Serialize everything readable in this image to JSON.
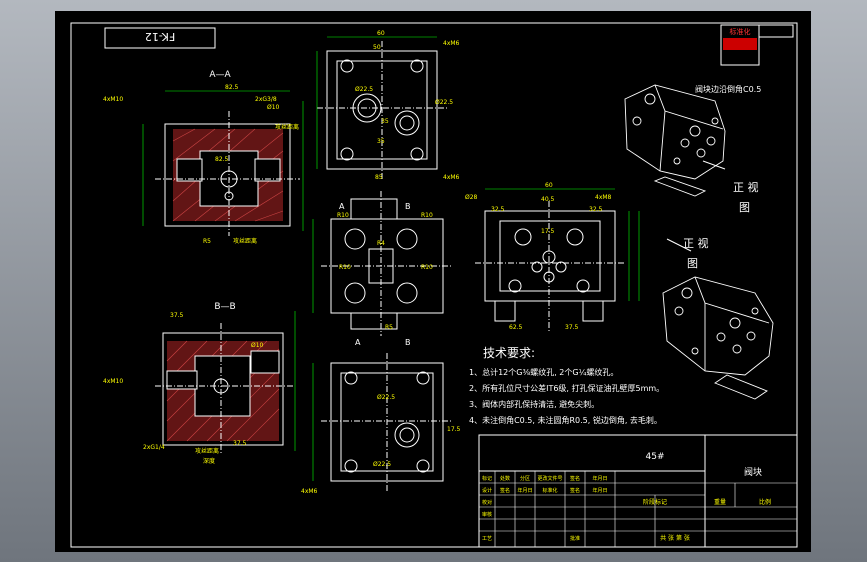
{
  "drawing": {
    "code_box": "FK-12",
    "part_name": "阀块",
    "material": "45#",
    "main_view_label_1": "正 视",
    "main_view_label_2": "图",
    "main_view_label_3": "正 视",
    "main_view_label_4": "图",
    "chamfer_note": "阀块边沿倒角C0.5",
    "stamp_top": "标准化"
  },
  "sections": {
    "aa": "A—A",
    "bb": "B—B",
    "a_mark": "A",
    "b_mark": "B"
  },
  "requirements": {
    "title": "技术要求:",
    "items": [
      "1、总计12个G⅜螺纹孔, 2个G¼螺纹孔。",
      "2、所有孔位尺寸公差IT6级, 打孔保证油孔壁厚5mm。",
      "3、阀体内部孔保持清洁, 避免尖刺。",
      "4、未注倒角C0.5, 未注圆角R0.5, 锐边倒角, 去毛刺。"
    ]
  },
  "title_block": {
    "row1": [
      "标记",
      "处数",
      "分区",
      "更改文件号",
      "签名",
      "年月日"
    ],
    "row2": [
      "设计",
      "签名",
      "年月日",
      "标准化",
      "签名",
      "年月日"
    ],
    "row3": [
      "校对"
    ],
    "row4": [
      "审核"
    ],
    "row5": [
      "工艺",
      "",
      "",
      "批准"
    ],
    "stage": "阶段标记",
    "weight": "重量",
    "scale": "比例",
    "sheet": "共 张 第 张"
  },
  "dims": {
    "d60": "60",
    "d85": "85",
    "d82_5": "82.5",
    "d50": "50",
    "d35": "35",
    "d40_5": "40.5",
    "d32_5": "32.5",
    "d17_5": "17.5",
    "d62_5": "62.5",
    "d37_5": "37.5",
    "r10": "R10",
    "r4": "R4",
    "r5": "R5",
    "m10": "4xM10",
    "phi10": "Ø10",
    "phi22": "Ø22.5",
    "phi28": "Ø28",
    "g38": "2xG3/8",
    "g14": "2xG1/4",
    "tap": "攻丝距离",
    "deep": "深度",
    "m8": "4xM8",
    "m6": "4xM6"
  }
}
